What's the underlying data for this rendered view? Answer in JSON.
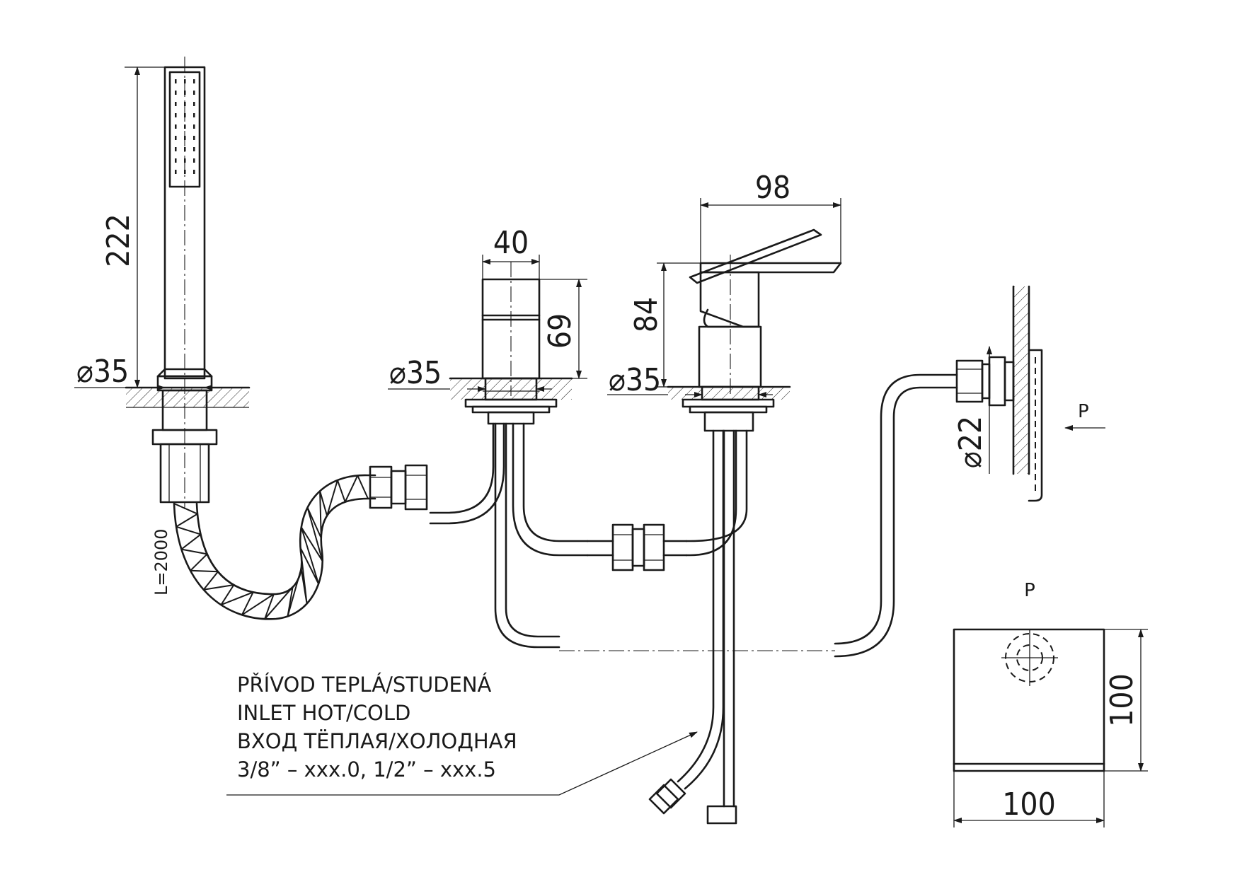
{
  "dimensions": {
    "shower_height": "222",
    "shower_diameter": "⌀35",
    "diverter_width": "40",
    "diverter_height": "69",
    "diverter_diameter": "⌀35",
    "mixer_width": "98",
    "mixer_height": "84",
    "mixer_diameter": "⌀35",
    "spout_pipe_diameter": "⌀22",
    "hose_length": "L=2000",
    "plate_width": "100",
    "plate_height": "100"
  },
  "views": {
    "side_arrow_label": "P",
    "front_view_label": "P"
  },
  "inlet_note": {
    "line1": "PŘÍVOD TEPLÁ/STUDENÁ",
    "line2": "INLET HOT/COLD",
    "line3": "ВХОД ТЁПЛАЯ/ХОЛОДНАЯ",
    "line4": "3/8” – xxx.0, 1/2” – xxx.5"
  }
}
